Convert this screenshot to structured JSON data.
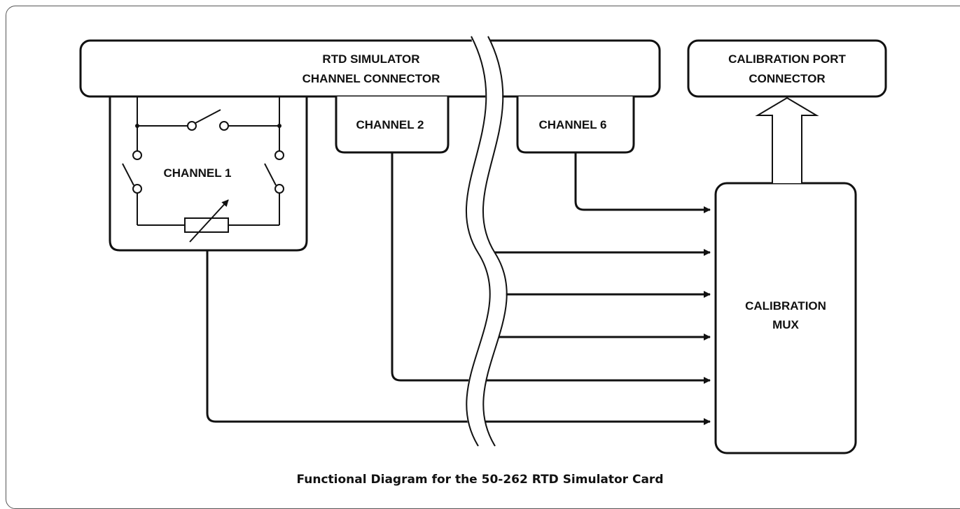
{
  "diagram": {
    "connector_label_line1": "RTD SIMULATOR",
    "connector_label_line2": "CHANNEL CONNECTOR",
    "cal_port_label_line1": "CALIBRATION PORT",
    "cal_port_label_line2": "CONNECTOR",
    "channel1_label": "CHANNEL 1",
    "channel2_label": "CHANNEL 2",
    "channel6_label": "CHANNEL 6",
    "mux_label_line1": "CALIBRATION",
    "mux_label_line2": "MUX",
    "caption": "Functional Diagram for the 50-262 RTD Simulator Card"
  },
  "colors": {
    "stroke": "#111111",
    "background": "#ffffff",
    "frame": "#555555"
  }
}
